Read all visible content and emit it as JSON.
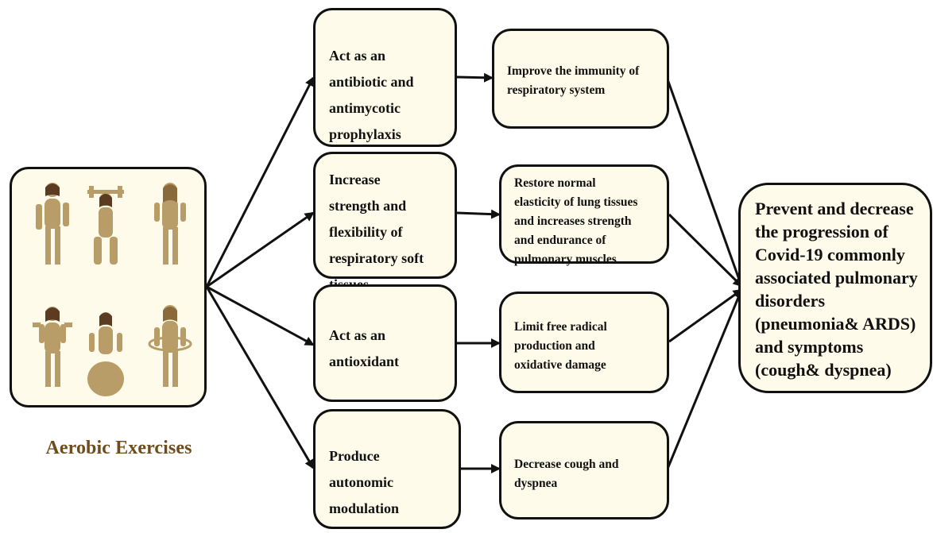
{
  "source": {
    "title": "Aerobic Exercises",
    "image_icon": "women-exercising-icon"
  },
  "effects": [
    "Act as an\nantibiotic and\nantimycotic\nprophylaxis",
    "Increase\nstrength and\nflexibility of\nrespiratory soft\ntissues",
    "Act as an\nantioxidant",
    "Produce\nautonomic\nmodulation"
  ],
  "outcomes": [
    "Improve the immunity of\nrespiratory system",
    "Restore normal\nelasticity of lung tissues\nand increases strength\nand endurance of\npulmonary muscles",
    "Limit free radical\nproduction and\noxidative damage",
    "Decrease cough and\ndyspnea"
  ],
  "final": "Prevent and decrease\nthe progression of\nCovid-19 commonly\nassociated pulmonary\ndisorders\n(pneumonia& ARDS)\nand symptoms\n(cough& dyspnea)",
  "colors": {
    "box_fill": "#fffbea",
    "stroke": "#111111",
    "figure_tone": "#b99d68"
  }
}
